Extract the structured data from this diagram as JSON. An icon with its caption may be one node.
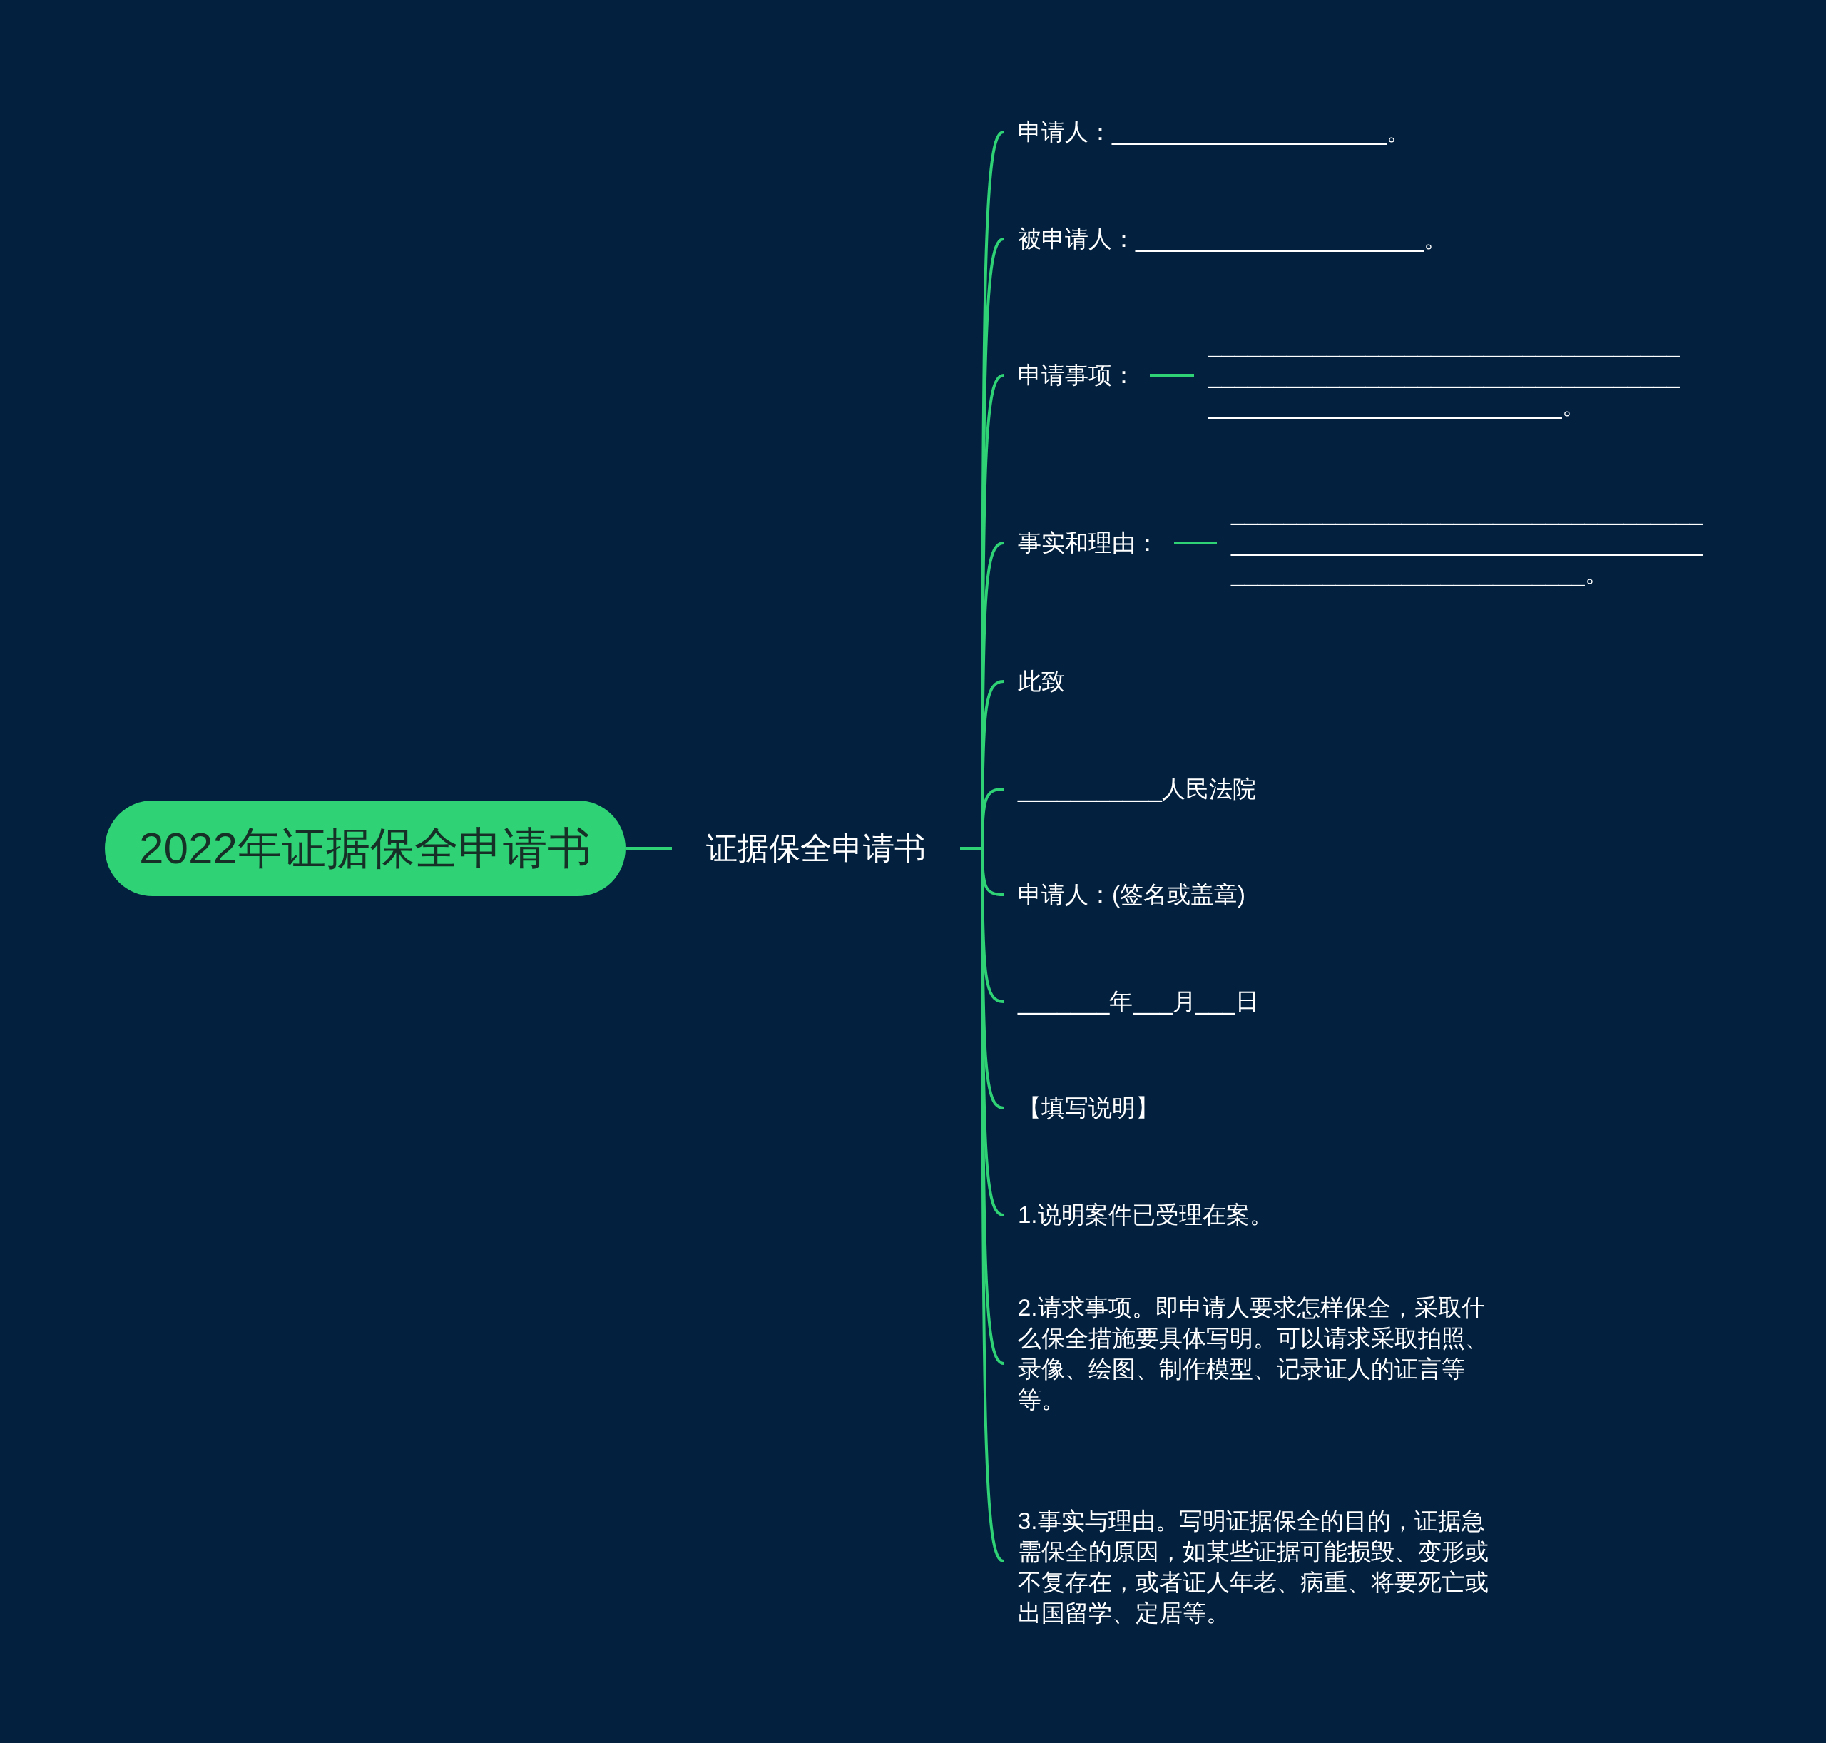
{
  "diagram": {
    "nodes": [
      {
        "text": [
          "2022年证据保全申请书"
        ]
      },
      {
        "text": [
          "证据保全申请书"
        ]
      },
      {
        "text": [
          "申请人：_____________________。"
        ]
      },
      {
        "text": [
          "被申请人：______________________。"
        ]
      },
      {
        "text": [
          "申请事项："
        ]
      },
      {
        "text": [
          "___________________________________________________________________________________________________。"
        ]
      },
      {
        "text": [
          "事实和理由："
        ]
      },
      {
        "text": [
          "___________________________________________________________________________________________________。"
        ]
      },
      {
        "text": [
          "此致"
        ]
      },
      {
        "text": [
          "___________人民法院"
        ]
      },
      {
        "text": [
          "申请人：(签名或盖章)"
        ]
      },
      {
        "text": [
          "_______年___月___日"
        ]
      },
      {
        "text": [
          "【填写说明】"
        ]
      },
      {
        "text": [
          "1.说明案件已受理在案。"
        ]
      },
      {
        "text": [
          "2.请求事项。即申请人要求怎样保全，采取什么保全措施要具体写明。可以请求采取拍照、录像、绘图、制作模型、记录证人的证言等等。"
        ]
      },
      {
        "text": [
          "3.事实与理由。写明证据保全的目的，证据急需保全的原因，如某些证据可能损毁、变形或不复存在，或者证人年老、病重、将要死亡或出国留学、定居等。"
        ]
      }
    ],
    "edges": [
      {
        "from": 0,
        "to": 1,
        "arrow": "none"
      },
      {
        "from": 1,
        "to": 2,
        "arrow": "none"
      },
      {
        "from": 1,
        "to": 3,
        "arrow": "none"
      },
      {
        "from": 1,
        "to": 4,
        "arrow": "none"
      },
      {
        "from": 4,
        "to": 5,
        "arrow": "none"
      },
      {
        "from": 1,
        "to": 6,
        "arrow": "none"
      },
      {
        "from": 6,
        "to": 7,
        "arrow": "none"
      },
      {
        "from": 1,
        "to": 8,
        "arrow": "none"
      },
      {
        "from": 1,
        "to": 9,
        "arrow": "none"
      },
      {
        "from": 1,
        "to": 10,
        "arrow": "none"
      },
      {
        "from": 1,
        "to": 11,
        "arrow": "none"
      },
      {
        "from": 1,
        "to": 12,
        "arrow": "none"
      },
      {
        "from": 1,
        "to": 13,
        "arrow": "none"
      },
      {
        "from": 1,
        "to": 14,
        "arrow": "none"
      },
      {
        "from": 1,
        "to": 15,
        "arrow": "none"
      }
    ]
  }
}
